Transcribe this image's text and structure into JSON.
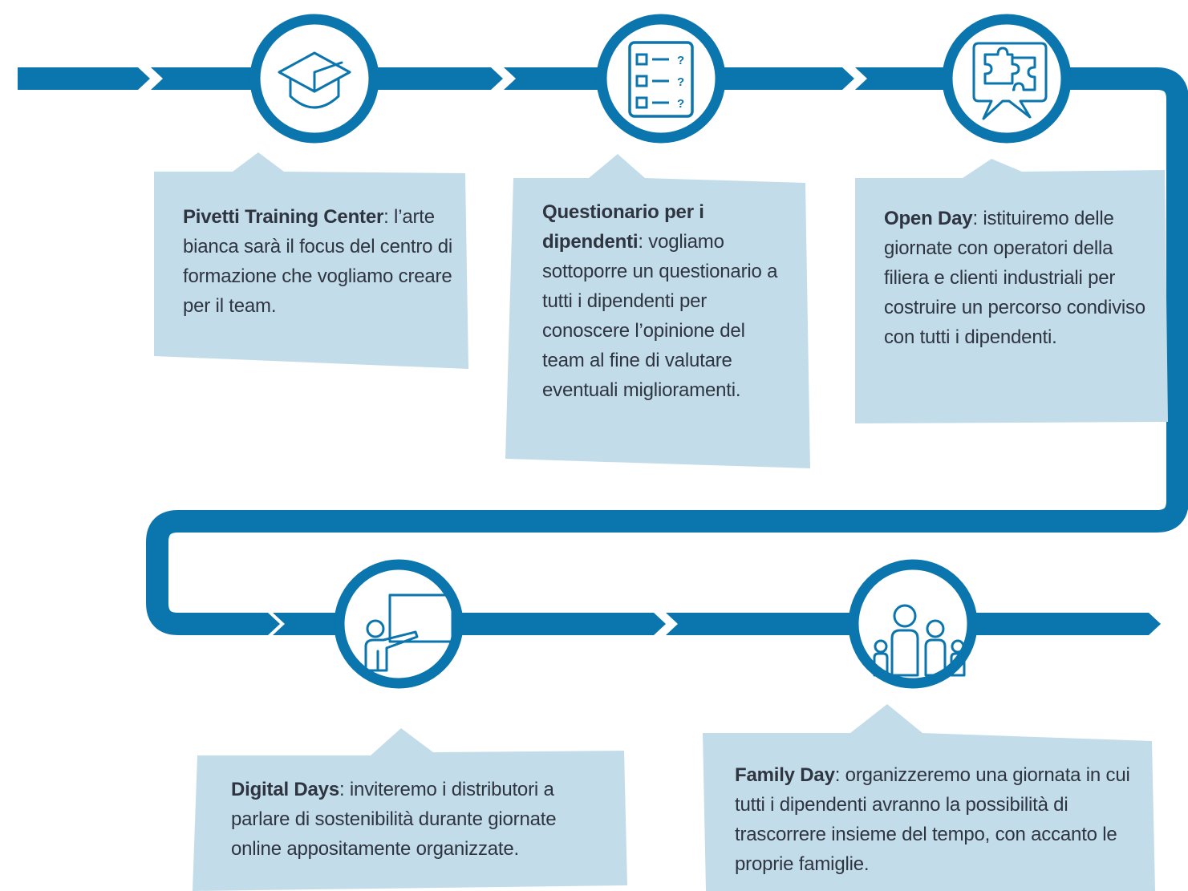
{
  "colors": {
    "primary": "#0b75ad",
    "card": "#c2dde9",
    "text": "#2e3440"
  },
  "steps": [
    {
      "icon": "graduation-cap-icon",
      "title": "Pivetti Training Center",
      "text": ": l’arte bianca sarà il focus del centro di formazione che vogliamo creare per il team."
    },
    {
      "icon": "questionnaire-icon",
      "title": "Questionario per i dipendenti",
      "text": ": vogliamo sottoporre un questionario a tutti i dipendenti per conoscere l’opinione del team al fine di valutare eventuali miglioramenti."
    },
    {
      "icon": "puzzle-speech-bubble-icon",
      "title": "Open Day",
      "text": ": istituiremo delle giornate con operatori della filiera e clienti industriali per costruire un percorso condiviso con tutti i dipendenti."
    },
    {
      "icon": "presenter-whiteboard-icon",
      "title": "Digital Days",
      "text": ": inviteremo i distributori a parlare di sostenibilità durante giornate online appositamente organizzate."
    },
    {
      "icon": "family-icon",
      "title": "Family Day",
      "text": ": organizzeremo una giornata in cui tutti i dipendenti avranno la possibilità di trascorrere insieme del tempo, con accanto le proprie famiglie."
    }
  ]
}
